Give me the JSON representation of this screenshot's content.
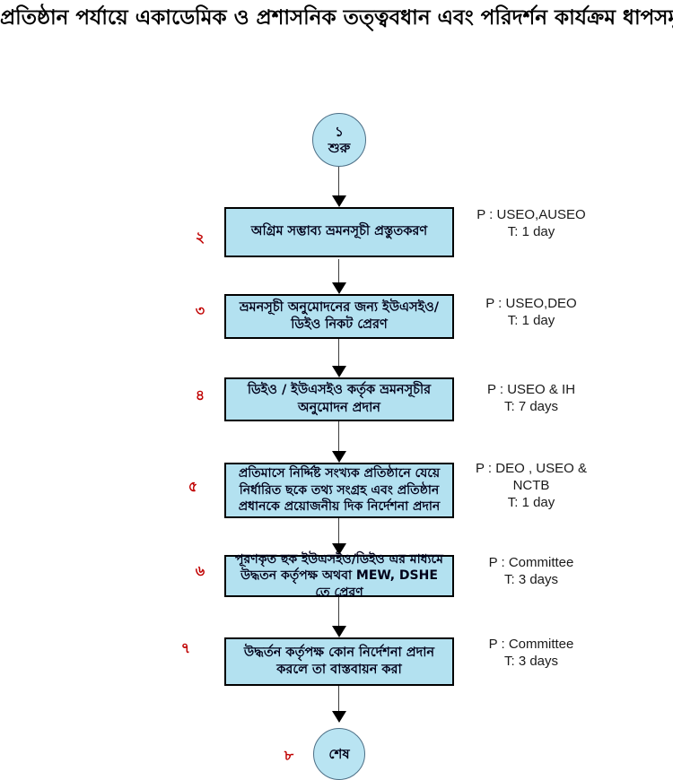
{
  "title": "প্রতিষ্ঠান পর্যায়ে একাডেমিক ও প্রশাসনিক তত্ত্ববধান এবং পরিদর্শন কার্যক্রম ধাপসমূহ",
  "colors": {
    "box_fill": "#b3e1f0",
    "box_border": "#000000",
    "step_number_red": "#c00000",
    "terminal_fill": "#b9e4f2",
    "terminal_border": "#4d6f86"
  },
  "chart_type": "flowchart",
  "start": {
    "number": "১",
    "label": "শুরু"
  },
  "end": {
    "number": "৮",
    "label": "শেষ"
  },
  "steps": [
    {
      "number": "২",
      "text": "অগ্রিম সম্ভাব্য ভ্রমনসূচী প্রস্তুতকরণ",
      "lines": [
        "P : USEO,AUSEO",
        "T: 1 day"
      ]
    },
    {
      "number": "৩",
      "text": "ভ্রমনসূচী অনুমোদনের জন্য ইউএসইও/ডিইও নিকট  প্রেরণ",
      "lines": [
        "P : USEO,DEO",
        "T: 1 day"
      ]
    },
    {
      "number": "৪",
      "text": "ডিইও / ইউএসইও কর্তৃক ভ্রমনসূচীর অনুমোদন প্রদান",
      "lines": [
        "P : USEO & IH",
        "T: 7 days"
      ]
    },
    {
      "number": "৫",
      "text": "প্রতিমাসে নির্দ্দিষ্ট সংখ্যক প্রতিষ্ঠানে যেয়ে নির্ধারিত ছকে তথ্য সংগ্রহ এবং প্রতিষ্ঠান প্রধানকে প্রয়োজনীয় দিক নির্দেশনা প্রদান",
      "lines": [
        "P : DEO , USEO &",
        "NCTB",
        "T: 1 day"
      ]
    },
    {
      "number": "৬",
      "text": "পূরণকৃত ছক ইউএসইও/ডিইও  এর মাধ্যমে উদ্ধতন কর্তৃপক্ষ অথবা MEW, DSHE তে প্রেরণ",
      "lines": [
        "P : Committee",
        "T: 3 days"
      ]
    },
    {
      "number": "৭",
      "text": "উদ্ধর্তন কর্তৃপক্ষ কোন নির্দেশনা প্রদান করলে তা বাস্তবায়ন করা",
      "lines": [
        "P : Committee",
        "T: 3 days"
      ]
    }
  ]
}
